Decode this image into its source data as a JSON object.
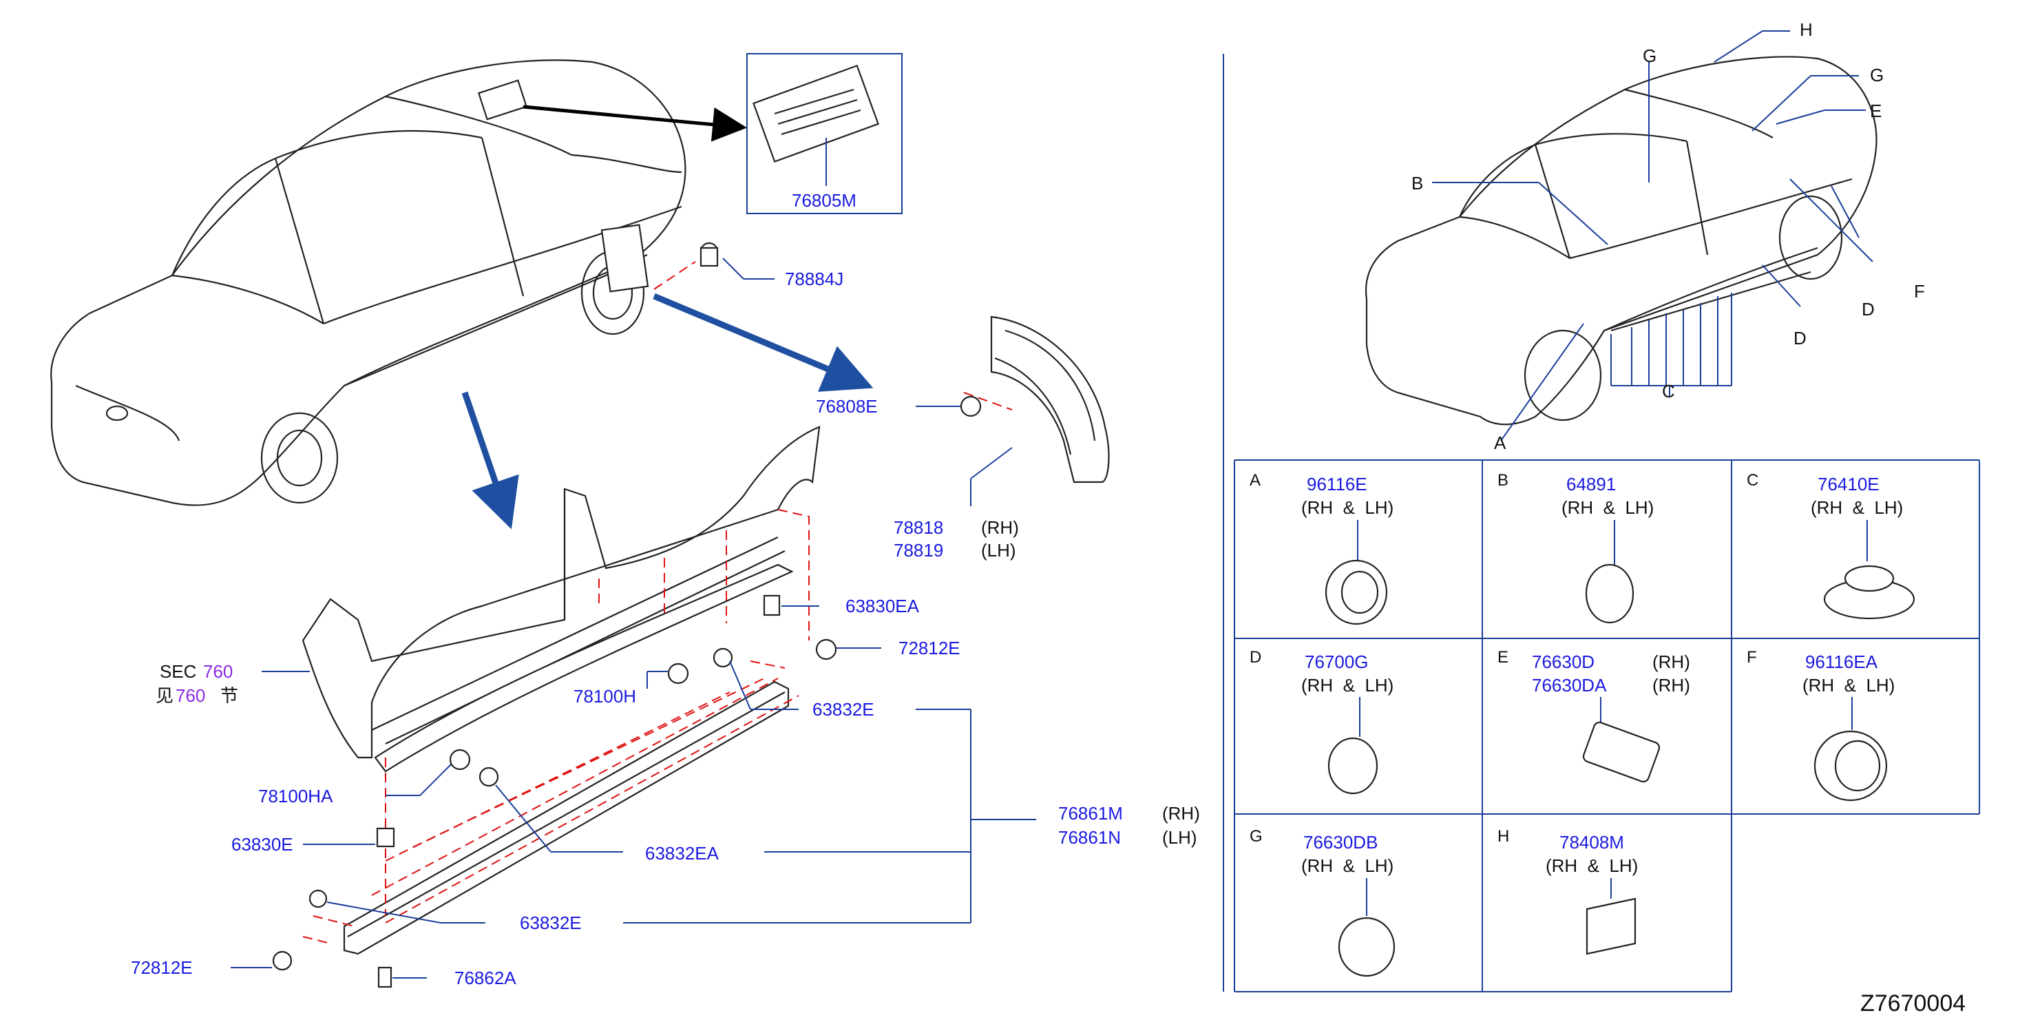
{
  "diagram_code": "Z7670004",
  "sec_reference": {
    "line1_prefix": "SEC",
    "line1_number": "760",
    "line2_prefix": "见",
    "line2_number": "760",
    "line2_suffix": "节"
  },
  "parts": [
    {
      "number": "76805M"
    },
    {
      "number": "78884J"
    },
    {
      "number": "76808E"
    },
    {
      "number": "78818",
      "side": "(RH)"
    },
    {
      "number": "78819",
      "side": "(LH)"
    },
    {
      "number": "63830EA"
    },
    {
      "number": "72812E"
    },
    {
      "number": "78100H"
    },
    {
      "number": "63832E"
    },
    {
      "number": "78100HA"
    },
    {
      "number": "76861M",
      "side": "(RH)"
    },
    {
      "number": "76861N",
      "side": "(LH)"
    },
    {
      "number": "63830E"
    },
    {
      "number": "63832EA"
    },
    {
      "number": "63832E"
    },
    {
      "number": "72812E"
    },
    {
      "number": "76862A"
    }
  ],
  "locator_letters": [
    "H",
    "G",
    "G",
    "E",
    "B",
    "D",
    "F",
    "D",
    "C",
    "A"
  ],
  "plug_table": [
    {
      "letter": "A",
      "parts": [
        {
          "number": "96116E"
        }
      ],
      "side": "(RH  &  LH)"
    },
    {
      "letter": "B",
      "parts": [
        {
          "number": "64891"
        }
      ],
      "side": "(RH  &  LH)"
    },
    {
      "letter": "C",
      "parts": [
        {
          "number": "76410E"
        }
      ],
      "side": "(RH  &  LH)"
    },
    {
      "letter": "D",
      "parts": [
        {
          "number": "76700G"
        }
      ],
      "side": "(RH  &  LH)"
    },
    {
      "letter": "E",
      "parts": [
        {
          "number": "76630D",
          "side": "(RH)"
        },
        {
          "number": "76630DA",
          "side": "(RH)"
        }
      ]
    },
    {
      "letter": "F",
      "parts": [
        {
          "number": "96116EA"
        }
      ],
      "side": "(RH  &  LH)"
    },
    {
      "letter": "G",
      "parts": [
        {
          "number": "76630DB"
        }
      ],
      "side": "(RH  &  LH)"
    },
    {
      "letter": "H",
      "parts": [
        {
          "number": "78408M"
        }
      ],
      "side": "(RH  &  LH)"
    }
  ],
  "colors": {
    "part_number": "#1a1ae0",
    "leader": "#1a3d9a",
    "dashed": "#e01010",
    "arrow": "#1f4fa0",
    "sec_number": "#8a2be2"
  }
}
